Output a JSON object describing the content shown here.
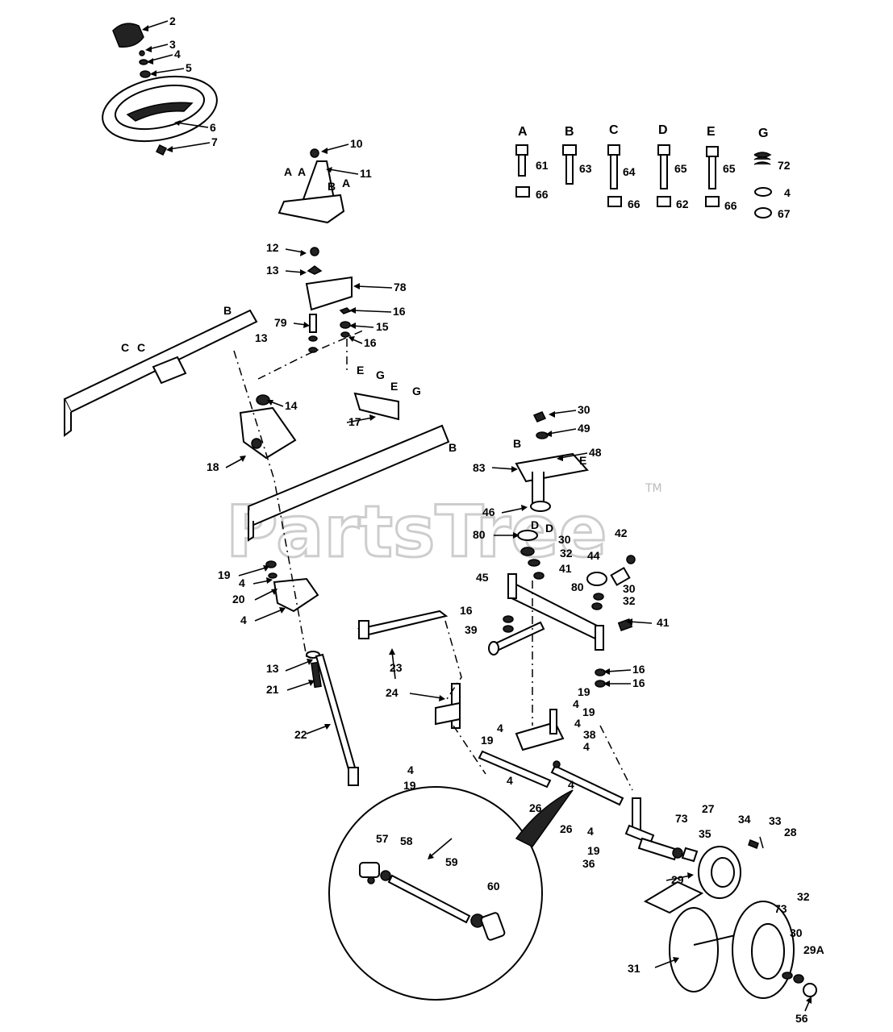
{
  "watermark": {
    "text": "PartsTree",
    "trademark": "TM"
  },
  "hardware_legend": {
    "columns": [
      {
        "letter": "A",
        "bolt": "61",
        "nut": "66"
      },
      {
        "letter": "B",
        "bolt": "63",
        "nut": ""
      },
      {
        "letter": "C",
        "bolt": "64",
        "nut": "66"
      },
      {
        "letter": "D",
        "bolt": "65",
        "nut": "62"
      },
      {
        "letter": "E",
        "bolt": "65",
        "nut": "66"
      },
      {
        "letter": "G",
        "bolt": "72",
        "washer": "4",
        "nut": "67"
      }
    ]
  },
  "callouts": [
    "2",
    "3",
    "4",
    "5",
    "6",
    "7",
    "10",
    "11",
    "12",
    "13",
    "78",
    "16",
    "79",
    "15",
    "13",
    "16",
    "14",
    "17",
    "18",
    "19",
    "4",
    "20",
    "4",
    "13",
    "21",
    "22",
    "23",
    "24",
    "30",
    "49",
    "48",
    "83",
    "46",
    "80",
    "30",
    "32",
    "41",
    "42",
    "44",
    "80",
    "30",
    "32",
    "45",
    "16",
    "39",
    "41",
    "16",
    "16",
    "19",
    "4",
    "19",
    "4",
    "38",
    "4",
    "4",
    "19",
    "4",
    "19",
    "4",
    "26",
    "4",
    "26",
    "4",
    "19",
    "36",
    "73",
    "27",
    "35",
    "34",
    "33",
    "28",
    "29",
    "73",
    "32",
    "30",
    "29A",
    "31",
    "56",
    "57",
    "58",
    "59",
    "60"
  ],
  "frame_letters": [
    "A",
    "A",
    "B",
    "A",
    "B",
    "C",
    "C",
    "E",
    "G",
    "E",
    "G",
    "B",
    "B",
    "E",
    "D",
    "D"
  ]
}
